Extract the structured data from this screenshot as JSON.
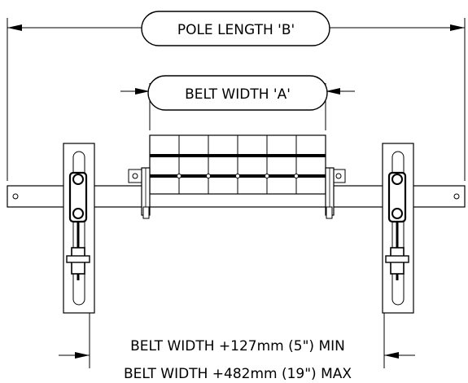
{
  "labels": {
    "pole_length": "POLE LENGTH 'B'",
    "belt_width": "BELT WIDTH 'A'",
    "min_note": "BELT WIDTH +127mm (5\") MIN",
    "max_note": "BELT WIDTH +482mm (19\") MAX"
  }
}
